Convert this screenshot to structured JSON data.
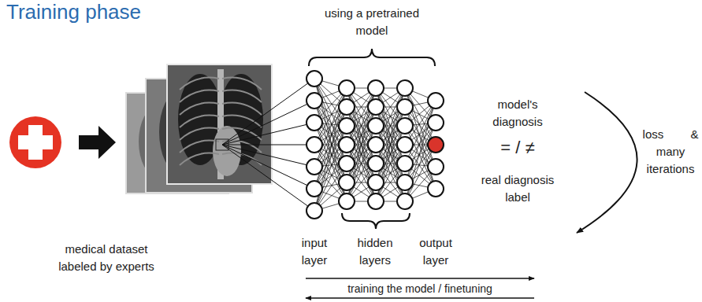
{
  "diagram": {
    "title": "Training phase",
    "labels": [
      "using a pretrained model",
      "model's diagnosis",
      "= / ≠",
      "real diagnosis label",
      "loss & many iterations",
      "input layer",
      "hidden layers",
      "output layer",
      "medical dataset labeled by experts",
      "training the model / finetuning"
    ]
  }
}
